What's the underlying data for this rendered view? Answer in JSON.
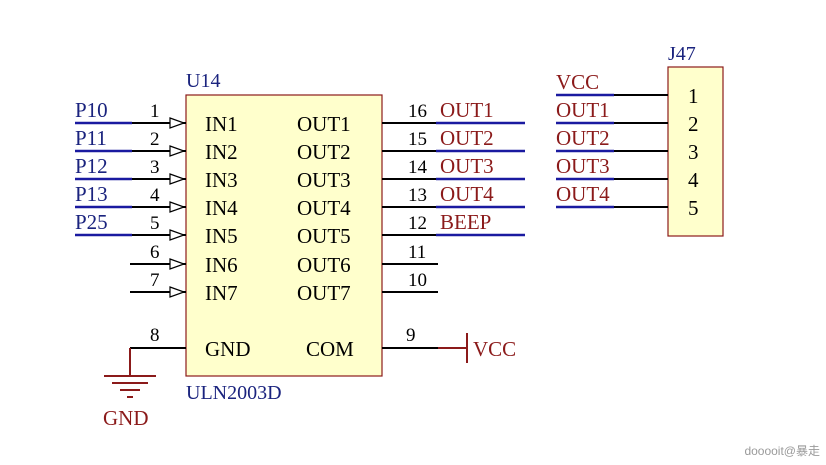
{
  "u14": {
    "designator": "U14",
    "part": "ULN2003D",
    "left_pins": [
      {
        "num": "1",
        "name": "IN1",
        "net": "P10"
      },
      {
        "num": "2",
        "name": "IN2",
        "net": "P11"
      },
      {
        "num": "3",
        "name": "IN3",
        "net": "P12"
      },
      {
        "num": "4",
        "name": "IN4",
        "net": "P13"
      },
      {
        "num": "5",
        "name": "IN5",
        "net": "P25"
      },
      {
        "num": "6",
        "name": "IN6",
        "net": ""
      },
      {
        "num": "7",
        "name": "IN7",
        "net": ""
      }
    ],
    "right_pins": [
      {
        "num": "16",
        "name": "OUT1",
        "net": "OUT1"
      },
      {
        "num": "15",
        "name": "OUT2",
        "net": "OUT2"
      },
      {
        "num": "14",
        "name": "OUT3",
        "net": "OUT3"
      },
      {
        "num": "13",
        "name": "OUT4",
        "net": "OUT4"
      },
      {
        "num": "12",
        "name": "OUT5",
        "net": "BEEP"
      },
      {
        "num": "11",
        "name": "OUT6",
        "net": ""
      },
      {
        "num": "10",
        "name": "OUT7",
        "net": ""
      }
    ],
    "gnd_pin": {
      "num": "8",
      "name": "GND"
    },
    "com_pin": {
      "num": "9",
      "name": "COM"
    }
  },
  "j47": {
    "designator": "J47",
    "pins": [
      {
        "num": "1",
        "net": "VCC"
      },
      {
        "num": "2",
        "net": "OUT1"
      },
      {
        "num": "3",
        "net": "OUT2"
      },
      {
        "num": "4",
        "net": "OUT3"
      },
      {
        "num": "5",
        "net": "OUT4"
      }
    ]
  },
  "power": {
    "gnd_label": "GND",
    "vcc_label": "VCC"
  },
  "watermark": "dooooit@暴走"
}
